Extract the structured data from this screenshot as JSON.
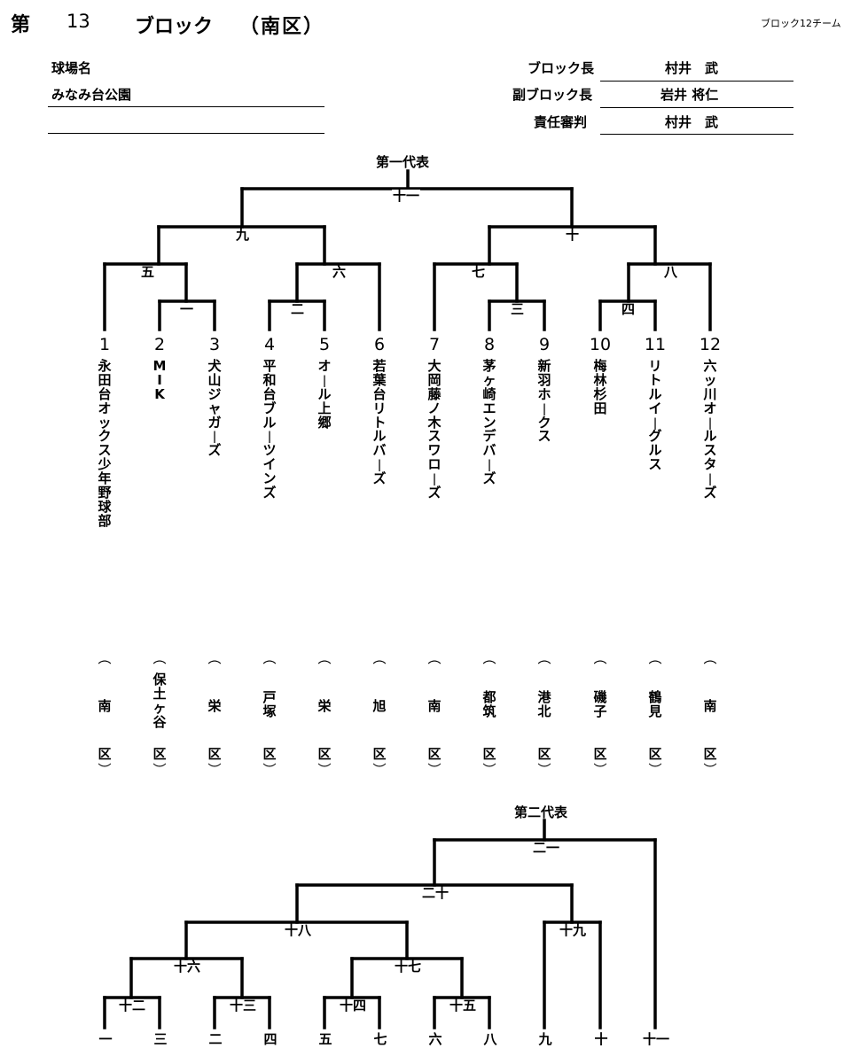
{
  "header": {
    "dai": "第",
    "block_no": "13",
    "block": "ブロック",
    "district": "（南区）",
    "team_count": "ブロック12チーム"
  },
  "info": {
    "venue_label": "球場名",
    "venue_value": "みなみ台公園",
    "roles": [
      {
        "label": "ブロック長",
        "value": "村井　武"
      },
      {
        "label": "副ブロック長",
        "value": "岩井 将仁"
      },
      {
        "label": "責任審判",
        "value": "村井　武"
      }
    ]
  },
  "bracket1": {
    "final_label": "第一代表",
    "match_labels": {
      "m1": "一",
      "m2": "二",
      "m3": "三",
      "m4": "四",
      "m5": "五",
      "m6": "六",
      "m7": "七",
      "m8": "八",
      "m9": "九",
      "m10": "十",
      "m11": "十一"
    }
  },
  "teams": [
    {
      "num": "1",
      "name": "永田台オックス少年野球部",
      "ward": "南"
    },
    {
      "num": "2",
      "name": "MIK",
      "ward": "保土ヶ谷"
    },
    {
      "num": "3",
      "name": "犬山ジャガーズ",
      "ward": "栄"
    },
    {
      "num": "4",
      "name": "平和台ブルーツインズ",
      "ward": "戸塚"
    },
    {
      "num": "5",
      "name": "オール上郷",
      "ward": "栄"
    },
    {
      "num": "6",
      "name": "若葉台リトルバーズ",
      "ward": "旭"
    },
    {
      "num": "7",
      "name": "大岡藤ノ木スワローズ",
      "ward": "南"
    },
    {
      "num": "8",
      "name": "茅ヶ崎エンデバーズ",
      "ward": "都筑"
    },
    {
      "num": "9",
      "name": "新羽ホークス",
      "ward": "港北"
    },
    {
      "num": "10",
      "name": "梅林杉田",
      "ward": "磯子"
    },
    {
      "num": "11",
      "name": "リトルイーグルス",
      "ward": "鶴見"
    },
    {
      "num": "12",
      "name": "六ッ川オールスターズ",
      "ward": "南"
    }
  ],
  "ward_suffix": "区",
  "paren_open": "︵",
  "paren_close": "︶",
  "bracket2": {
    "final_label": "第二代表",
    "match_labels": {
      "m12": "十二",
      "m13": "十三",
      "m14": "十四",
      "m15": "十五",
      "m16": "十六",
      "m17": "十七",
      "m18": "十八",
      "m19": "十九",
      "m20": "二十",
      "m21": "二一"
    },
    "entries": [
      "一",
      "三",
      "二",
      "四",
      "五",
      "七",
      "六",
      "八",
      "九",
      "十",
      "十一"
    ]
  }
}
